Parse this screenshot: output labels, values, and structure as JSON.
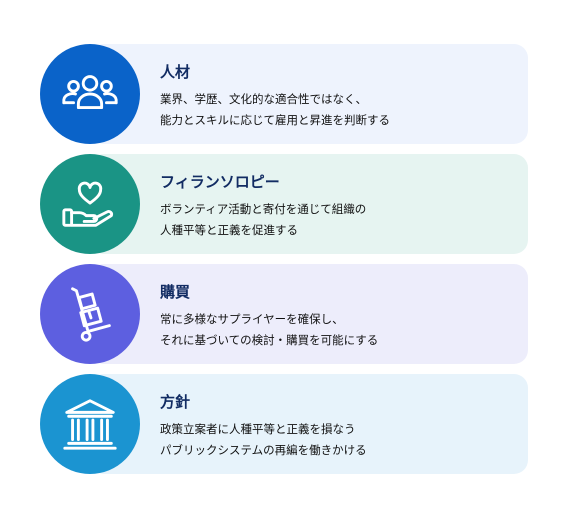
{
  "items": [
    {
      "title": "人材",
      "lines": [
        "業界、学歴、文化的な適合性ではなく、",
        "能力とスキルに応じて雇用と昇進を判断する"
      ],
      "icon": "people-group-icon",
      "circle_color": "#0a63c9",
      "card_color": "#eef3fd"
    },
    {
      "title": "フィランソロピー",
      "lines": [
        "ボランティア活動と寄付を通じて組織の",
        "人種平等と正義を促進する"
      ],
      "icon": "heart-in-hand-icon",
      "circle_color": "#1a9485",
      "card_color": "#e6f4f1"
    },
    {
      "title": "購買",
      "lines": [
        "常に多様なサプライヤーを確保し、",
        "それに基づいての検討・購買を可能にする"
      ],
      "icon": "hand-truck-boxes-icon",
      "circle_color": "#5d5fe0",
      "card_color": "#ededfb"
    },
    {
      "title": "方針",
      "lines": [
        "政策立案者に人種平等と正義を損なう",
        "パブリックシステムの再編を働きかける"
      ],
      "icon": "government-building-icon",
      "circle_color": "#1b94d1",
      "card_color": "#e7f3fb"
    }
  ]
}
